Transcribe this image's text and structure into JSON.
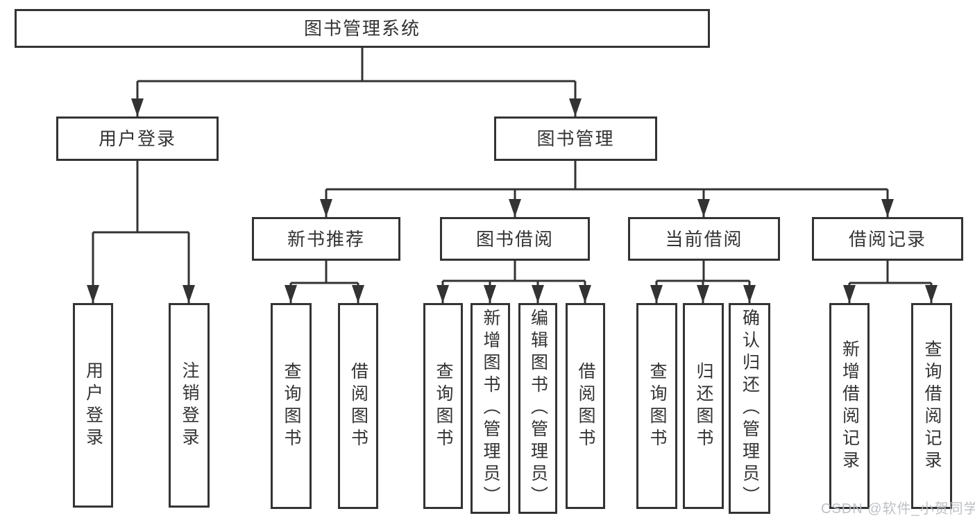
{
  "tree": {
    "label": "图书管理系统",
    "children": [
      {
        "label": "用户登录",
        "children": [
          {
            "label": "用户登录"
          },
          {
            "label": "注销登录"
          }
        ]
      },
      {
        "label": "图书管理",
        "children": [
          {
            "label": "新书推荐",
            "children": [
              {
                "label": "查询图书"
              },
              {
                "label": "借阅图书"
              }
            ]
          },
          {
            "label": "图书借阅",
            "children": [
              {
                "label": "查询图书"
              },
              {
                "label": "新增图书（管理员）"
              },
              {
                "label": "编辑图书（管理员）"
              },
              {
                "label": "借阅图书"
              }
            ]
          },
          {
            "label": "当前借阅",
            "children": [
              {
                "label": "查询图书"
              },
              {
                "label": "归还图书"
              },
              {
                "label": "确认归还（管理员）"
              }
            ]
          },
          {
            "label": "借阅记录",
            "children": [
              {
                "label": "新增借阅记录"
              },
              {
                "label": "查询借阅记录"
              }
            ]
          }
        ]
      }
    ]
  },
  "watermark": {
    "text": "CSDN @软件_小贺同学"
  },
  "colors": {
    "line": "#333333",
    "text": "#333333",
    "background": "#ffffff",
    "watermark": "#b9bdc4"
  }
}
